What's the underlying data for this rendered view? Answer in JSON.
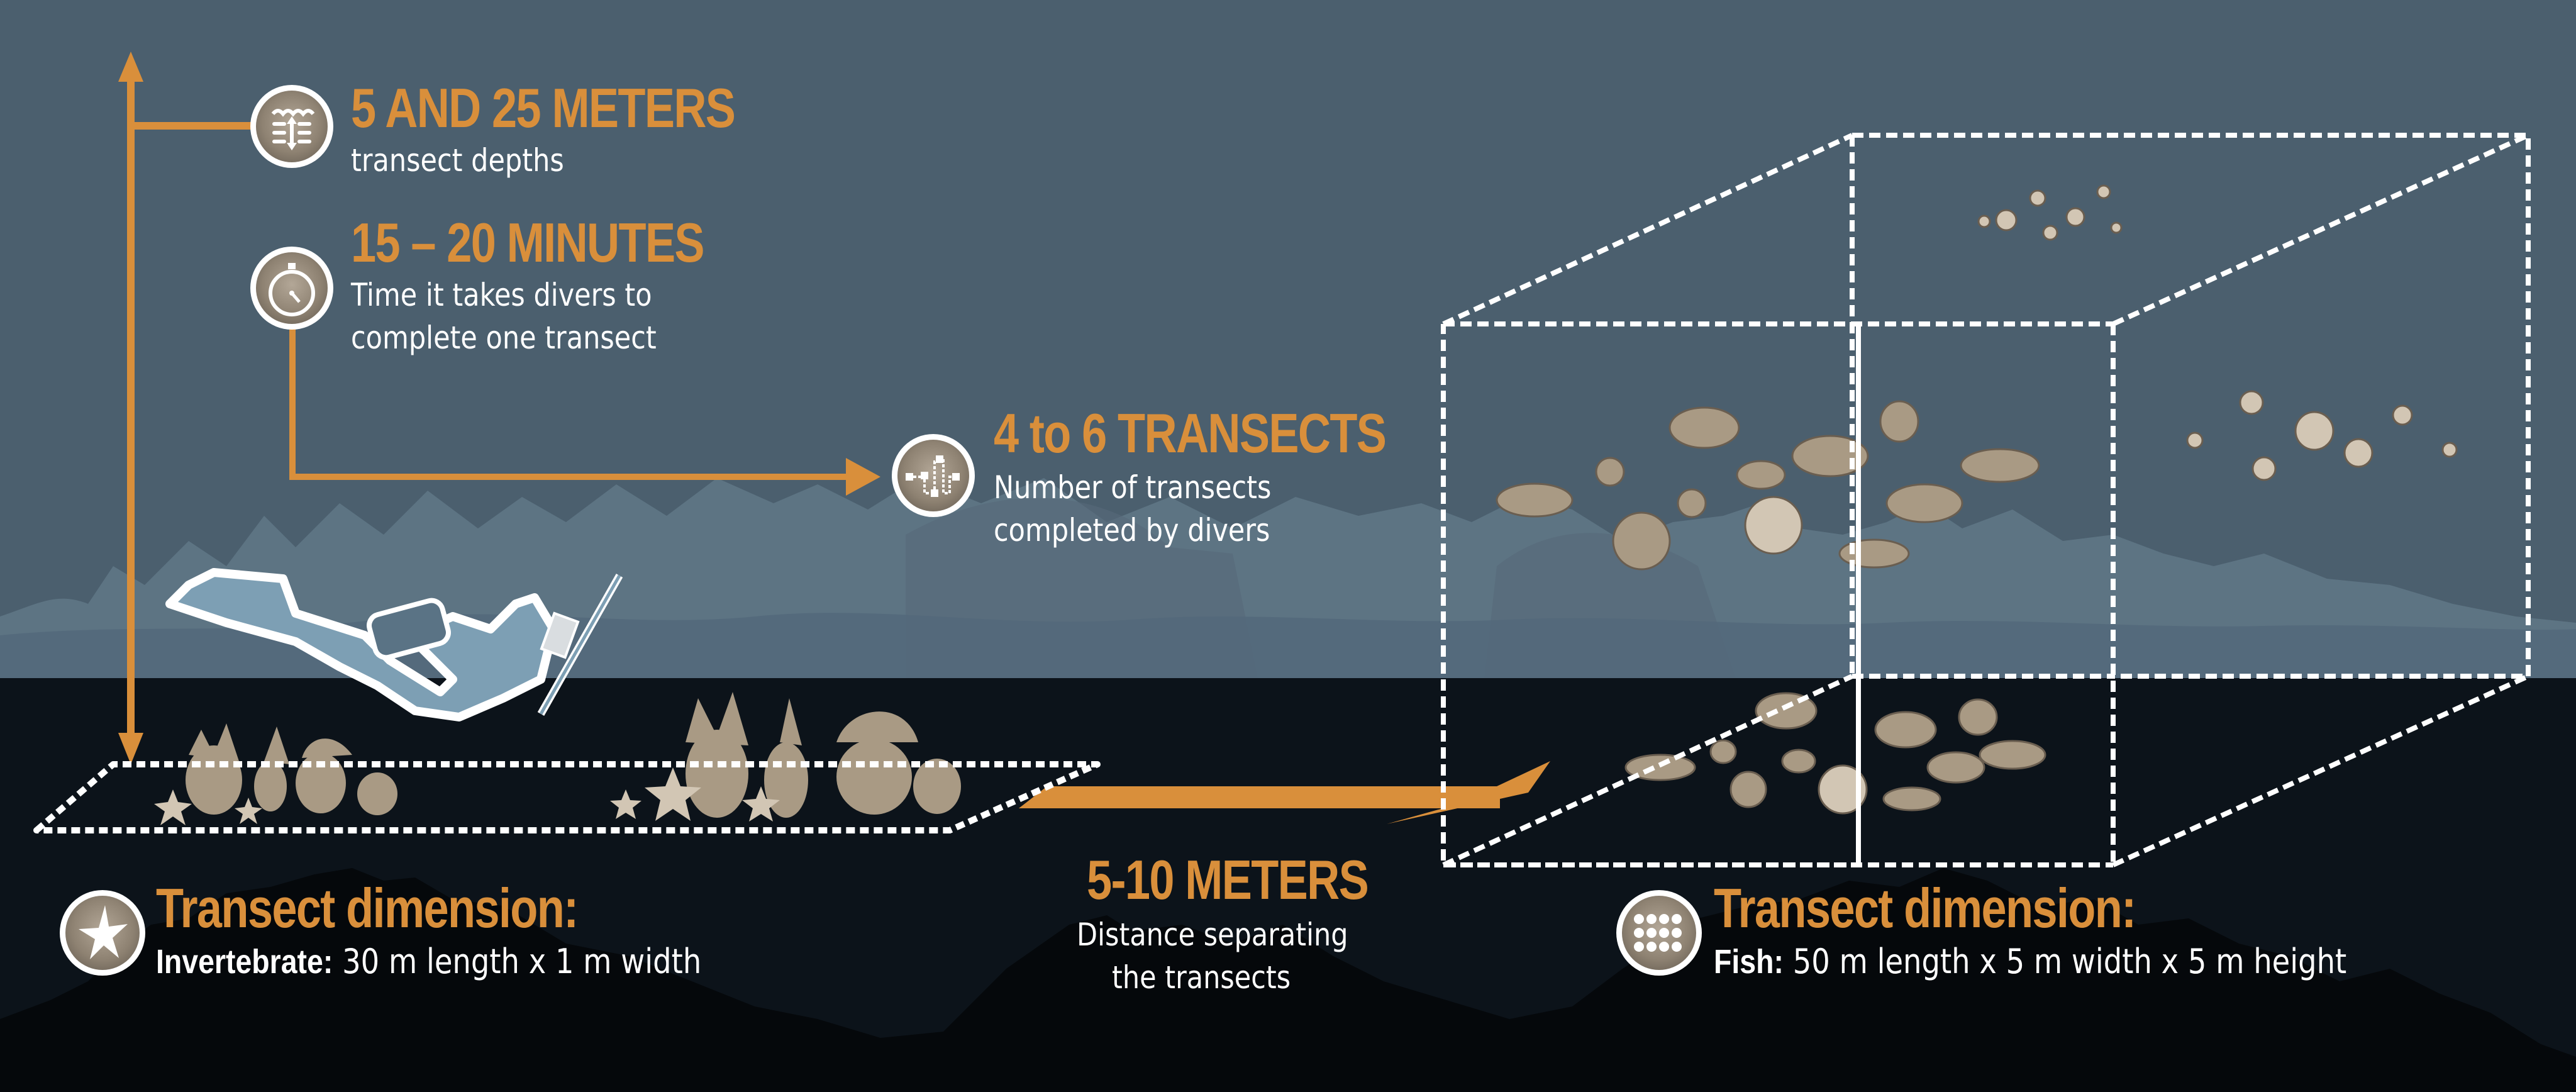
{
  "colors": {
    "accent_orange": "#d98f3b",
    "water": "#4b5f6e",
    "reef_silhouette": "#5d7483",
    "seafloor": "#0c131a",
    "marine_life": "#a99a84",
    "diver": "#7d9fb4",
    "text": "#ffffff"
  },
  "depths": {
    "headline": "5 AND 25 METERS",
    "caption": "transect depths",
    "icon": "depth-gauge-icon"
  },
  "duration": {
    "headline": "15 – 20 MINUTES",
    "caption_line1": "Time it takes divers to",
    "caption_line2": "complete one transect",
    "icon": "stopwatch-icon"
  },
  "count": {
    "headline": "4 to 6 TRANSECTS",
    "caption_line1": "Number of transects",
    "caption_line2": "completed by divers",
    "icon": "transect-path-icon"
  },
  "separation": {
    "headline": "5-10 METERS",
    "caption_line1": "Distance separating",
    "caption_line2": "the transects"
  },
  "invertebrate_dimension": {
    "title": "Transect dimension:",
    "label": "Invertebrate:",
    "value": "30 m length x 1 m width",
    "icon": "starfish-icon"
  },
  "fish_dimension": {
    "title": "Transect dimension:",
    "label": "Fish:",
    "value": "50 m length x 5 m width x 5 m height",
    "icon": "fish-school-icon"
  }
}
